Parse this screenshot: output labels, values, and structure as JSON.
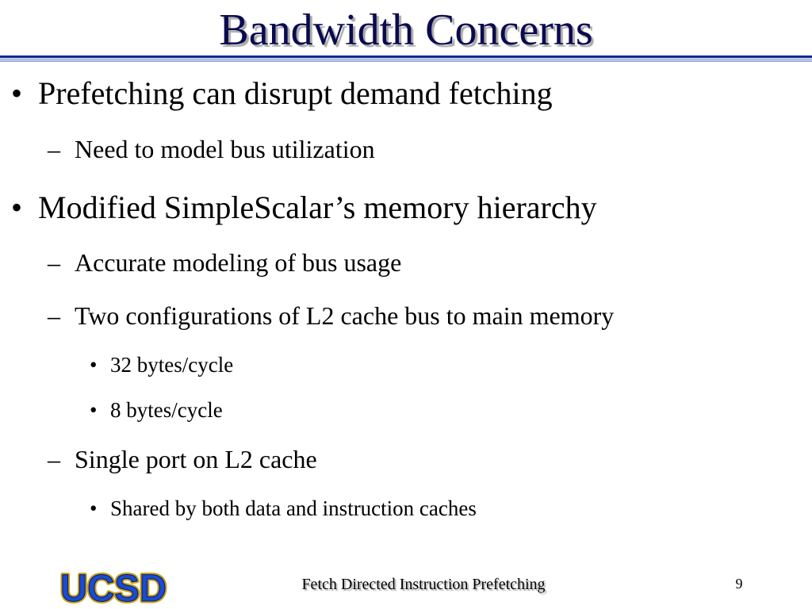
{
  "slide": {
    "title": "Bandwidth Concerns",
    "footer_text": "Fetch Directed Instruction Prefetching",
    "page_number": "9",
    "logo_text": "UCSD"
  },
  "bullet_marks": {
    "level1": "•",
    "level2": "–",
    "level3": "•"
  },
  "bullets": [
    {
      "level": 1,
      "text": "Prefetching can disrupt demand fetching"
    },
    {
      "level": 2,
      "text": "Need to model bus utilization"
    },
    {
      "level": 1,
      "text": "Modified SimpleScalar’s memory hierarchy"
    },
    {
      "level": 2,
      "text": "Accurate modeling of bus usage"
    },
    {
      "level": 2,
      "text": "Two configurations of L2 cache bus to main memory"
    },
    {
      "level": 3,
      "text": "32 bytes/cycle"
    },
    {
      "level": 3,
      "text": "8 bytes/cycle"
    },
    {
      "level": 2,
      "text": "Single port on L2 cache"
    },
    {
      "level": 3,
      "text": "Shared by both data and instruction caches"
    }
  ],
  "colors": {
    "title": "#0a0a50",
    "rule": "#0a2a8a",
    "logo_fill": "#1a4bd0",
    "logo_outline": "#c9a21a"
  }
}
